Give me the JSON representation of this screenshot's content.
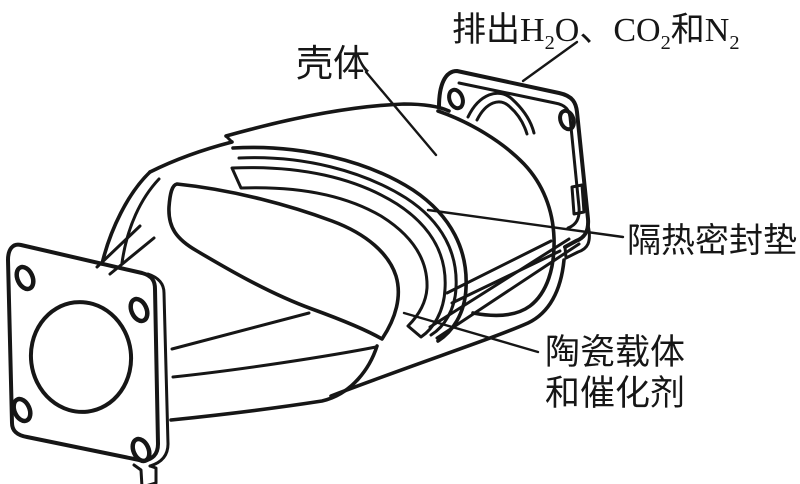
{
  "diagram": {
    "labels": {
      "exhaust_products": {
        "plain": "排出H2O、CO2和N2",
        "segments": [
          {
            "text": "排出H"
          },
          {
            "text": "2",
            "sub": true
          },
          {
            "text": "O、CO"
          },
          {
            "text": "2",
            "sub": true
          },
          {
            "text": "和N"
          },
          {
            "text": "2",
            "sub": true
          }
        ]
      },
      "shell": "壳体",
      "heat_insulation_gasket": "隔热密封垫",
      "ceramic_carrier_line1": "陶瓷载体",
      "ceramic_carrier_line2": "和催化剂"
    },
    "colors": {
      "ink": "#161616",
      "background": "#ffffff"
    }
  }
}
